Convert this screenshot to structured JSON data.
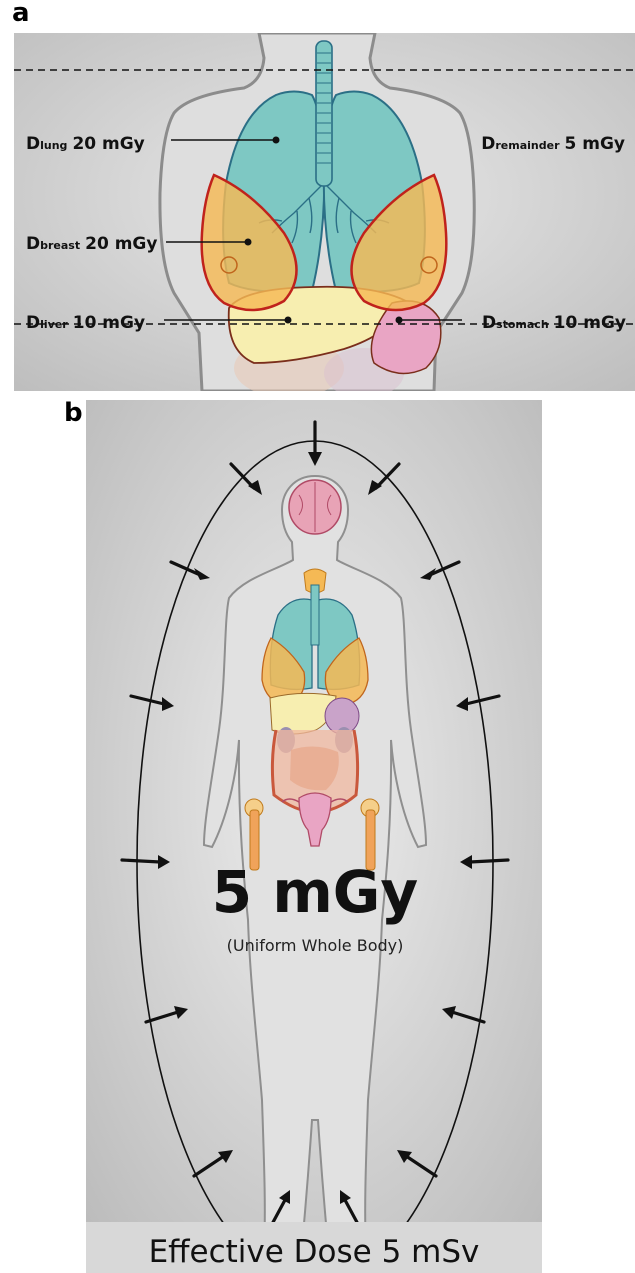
{
  "panel_a": {
    "letter": "a",
    "doses": {
      "lung": {
        "prefix": "D",
        "sub": "lung",
        "value": "20 mGy"
      },
      "remainder": {
        "prefix": "D",
        "sub": "remainder",
        "value": "5 mGy"
      },
      "breast": {
        "prefix": "D",
        "sub": "breast",
        "value": "20 mGy"
      },
      "liver": {
        "prefix": "D",
        "sub": "liver",
        "value": "10 mGy"
      },
      "stomach": {
        "prefix": "D",
        "sub": "stomach",
        "value": "10 mGy"
      }
    }
  },
  "panel_b": {
    "letter": "b",
    "dose_value": "5 mGy",
    "dose_note": "(Uniform Whole Body)",
    "footer": "Effective Dose 5 mSv"
  },
  "colors": {
    "lung": "#7ec8c3",
    "breast": "#f5b955",
    "breast_outline": "#c0221c",
    "liver": "#f7eeb0",
    "stomach": "#e9a5c4",
    "body": "#e3e3e3",
    "background": "#d2d2d2"
  }
}
